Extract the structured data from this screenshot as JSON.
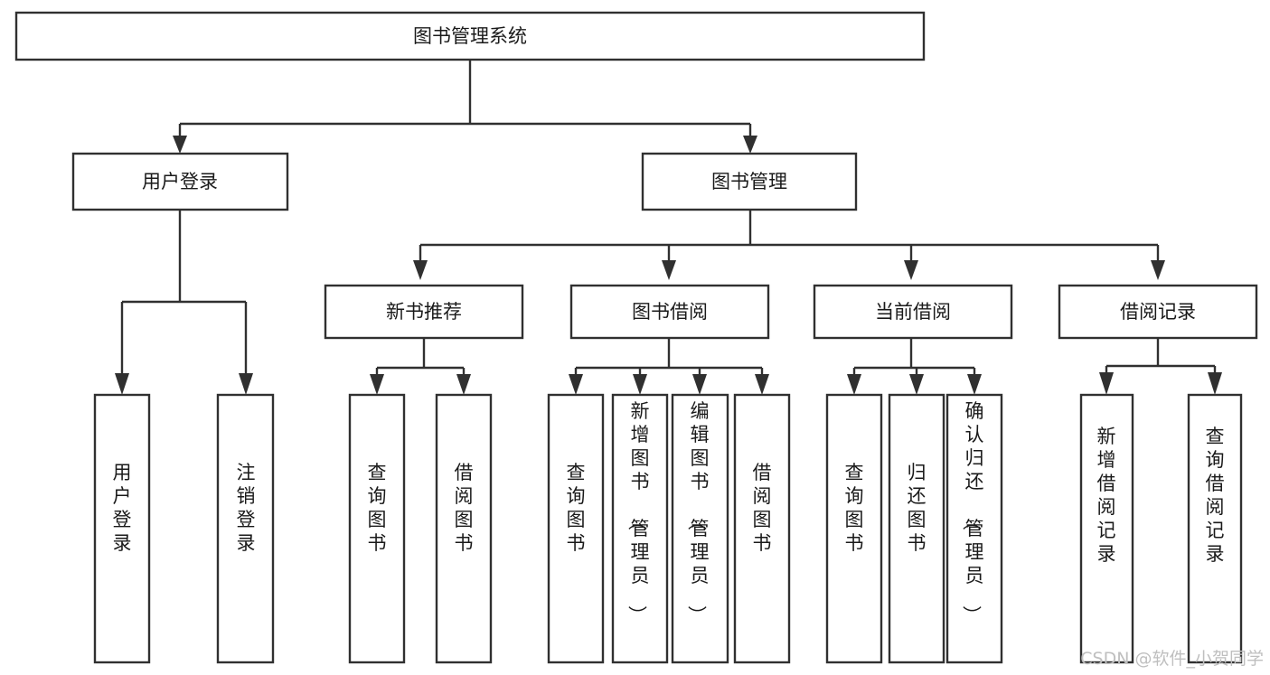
{
  "diagram": {
    "title": "图书管理系统",
    "type": "tree-hierarchy-diagram",
    "colors": {
      "box_stroke": "#303030",
      "box_fill": "#ffffff",
      "text": "#1a1a1a",
      "connector": "#303030",
      "watermark": "#bfbfbf",
      "background": "#ffffff"
    },
    "root": {
      "id": "root",
      "label": "图书管理系统"
    },
    "level1": [
      {
        "id": "user-login",
        "label": "用户登录"
      },
      {
        "id": "book-management",
        "label": "图书管理"
      }
    ],
    "level2": [
      {
        "id": "new-book-recommend",
        "label": "新书推荐",
        "parent": "book-management"
      },
      {
        "id": "book-borrow",
        "label": "图书借阅",
        "parent": "book-management"
      },
      {
        "id": "current-borrow",
        "label": "当前借阅",
        "parent": "book-management"
      },
      {
        "id": "borrow-record",
        "label": "借阅记录",
        "parent": "book-management"
      }
    ],
    "leaves": [
      {
        "id": "leaf-user-login",
        "label": "用户登录",
        "parent": "user-login"
      },
      {
        "id": "leaf-logout-login",
        "label": "注销登录",
        "parent": "user-login"
      },
      {
        "id": "leaf-query-book-1",
        "label": "查询图书",
        "parent": "new-book-recommend"
      },
      {
        "id": "leaf-borrow-book-1",
        "label": "借阅图书",
        "parent": "new-book-recommend"
      },
      {
        "id": "leaf-query-book-2",
        "label": "查询图书",
        "parent": "book-borrow"
      },
      {
        "id": "leaf-add-book",
        "label": "新增图书（管理员）",
        "parent": "book-borrow"
      },
      {
        "id": "leaf-edit-book",
        "label": "编辑图书（管理员）",
        "parent": "book-borrow"
      },
      {
        "id": "leaf-borrow-book-2",
        "label": "借阅图书",
        "parent": "book-borrow"
      },
      {
        "id": "leaf-query-book-3",
        "label": "查询图书",
        "parent": "current-borrow"
      },
      {
        "id": "leaf-return-book",
        "label": "归还图书",
        "parent": "current-borrow"
      },
      {
        "id": "leaf-confirm-return",
        "label": "确认归还（管理员）",
        "parent": "current-borrow"
      },
      {
        "id": "leaf-add-record",
        "label": "新增借阅记录",
        "parent": "borrow-record"
      },
      {
        "id": "leaf-query-record",
        "label": "查询借阅记录",
        "parent": "borrow-record"
      }
    ],
    "watermark": "CSDN @软件_小贺同学"
  }
}
